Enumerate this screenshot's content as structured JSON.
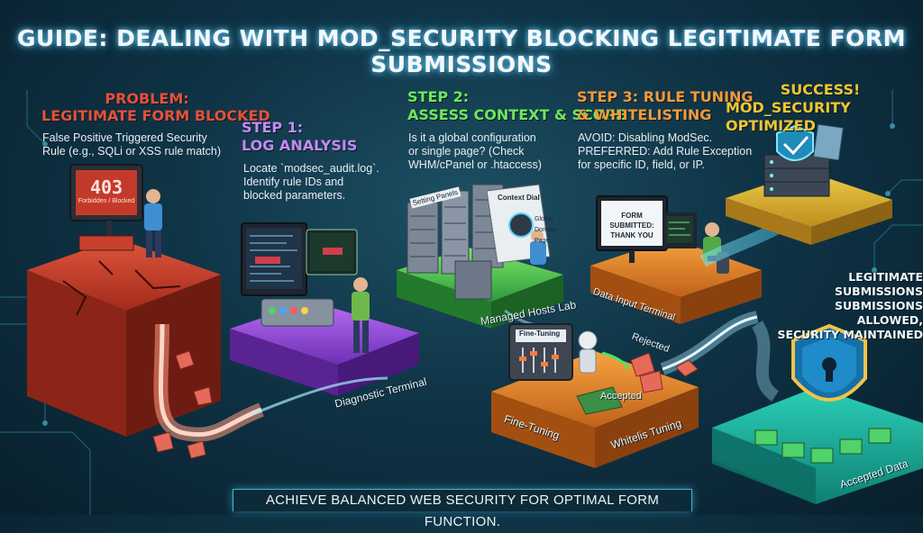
{
  "title": "GUIDE: DEALING WITH MOD_SECURITY BLOCKING LEGITIMATE FORM SUBMISSIONS",
  "problem": {
    "title_line1": "PROBLEM:",
    "title_line2": "LEGITIMATE FORM BLOCKED",
    "body_line1": "False Positive Triggered Security",
    "body_line2": "Rule (e.g., SQLi or XSS rule match)",
    "screen_code": "403",
    "screen_text": "Forbidden / Blocked"
  },
  "step1": {
    "title_line1": "STEP 1:",
    "title_line2": "LOG ANALYSIS",
    "body_line1": "Locate `modsec_audit.log`.",
    "body_line2": "Identify rule IDs and",
    "body_line3": "blocked parameters.",
    "platform_label": "Diagnostic Terminal"
  },
  "step2": {
    "title_line1": "STEP 2:",
    "title_line2": "ASSESS CONTEXT & SCOPE",
    "body_line1": "Is it a global configuration",
    "body_line2": "or single page? (Check",
    "body_line3": "WHM/cPanel or .htaccess)",
    "panel_label": "Setting Panels",
    "dial_title": "Context Dial",
    "dial_options": [
      "Global",
      "Domain",
      "Page"
    ],
    "platform_label": "Managed Hosts Lab"
  },
  "step3": {
    "title_line1": "STEP 3: RULE TUNING",
    "title_line2": "& WHITELISTING",
    "body_line1": "AVOID: Disabling ModSec.",
    "body_line2": "PREFERRED: Add Rule Exception",
    "body_line3": "for specific ID, field, or IP.",
    "screen_line1": "FORM SUBMITTED:",
    "screen_line2": "THANK YOU",
    "terminal_label": "Data Input Terminal",
    "tuning_console": "Fine-Tuning",
    "rejected": "Rejected",
    "accepted": "Accepted",
    "platform_label1": "Fine-Tuning",
    "platform_label2": "Whitelis Tuning"
  },
  "success": {
    "title_line1": "SUCCESS!",
    "title_line2": "MOD_SECURITY OPTIMIZED"
  },
  "outcome": {
    "line1": "LEGITIMATE SUBMISSIONS",
    "line2": "SUBMISSIONS ALLOWED,",
    "line3": "SECURITY MAINTAINED",
    "platform_label": "Accepted Data"
  },
  "footer": "ACHIEVE BALANCED WEB SECURITY FOR OPTIMAL FORM FUNCTION.",
  "colors": {
    "problem": "#e8503a",
    "step1": "#b26bf0",
    "step2": "#5fe05a",
    "step3": "#f08a2a",
    "success": "#f2c531",
    "outcome": "#1fb8a4"
  }
}
